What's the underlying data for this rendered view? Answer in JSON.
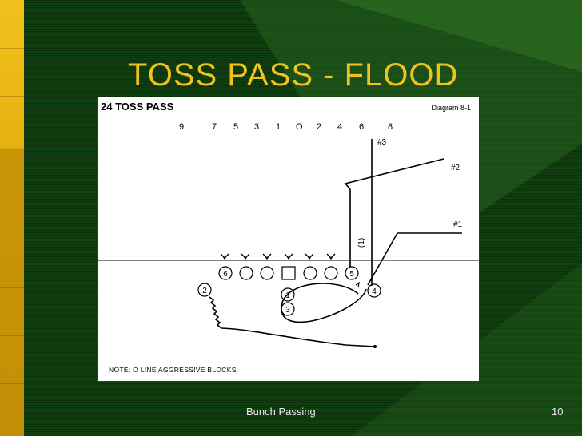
{
  "slide": {
    "title": "TOSS PASS - FLOOD",
    "footer": "Bunch Passing",
    "page_number": "10"
  },
  "diagram": {
    "play_name": "24 TOSS PASS",
    "diagram_label": "Diagram 8-1",
    "gap_numbers": [
      "9",
      "7",
      "5",
      "3",
      "1",
      "O",
      "2",
      "4",
      "6",
      "8"
    ],
    "player_labels": [
      "6",
      "5",
      "4",
      "1",
      "3",
      "2"
    ],
    "receiver_labels": [
      "#3",
      "#2",
      "#1"
    ],
    "rotated_label": "(1)",
    "note": "NOTE: O LINE AGGRESSIVE BLOCKS."
  },
  "colors": {
    "background": "#0f3f0f",
    "title": "#f0c21d",
    "accent_bar": "#e6b010",
    "board": "#ffffff",
    "footer_text": "#e8e8e8"
  }
}
